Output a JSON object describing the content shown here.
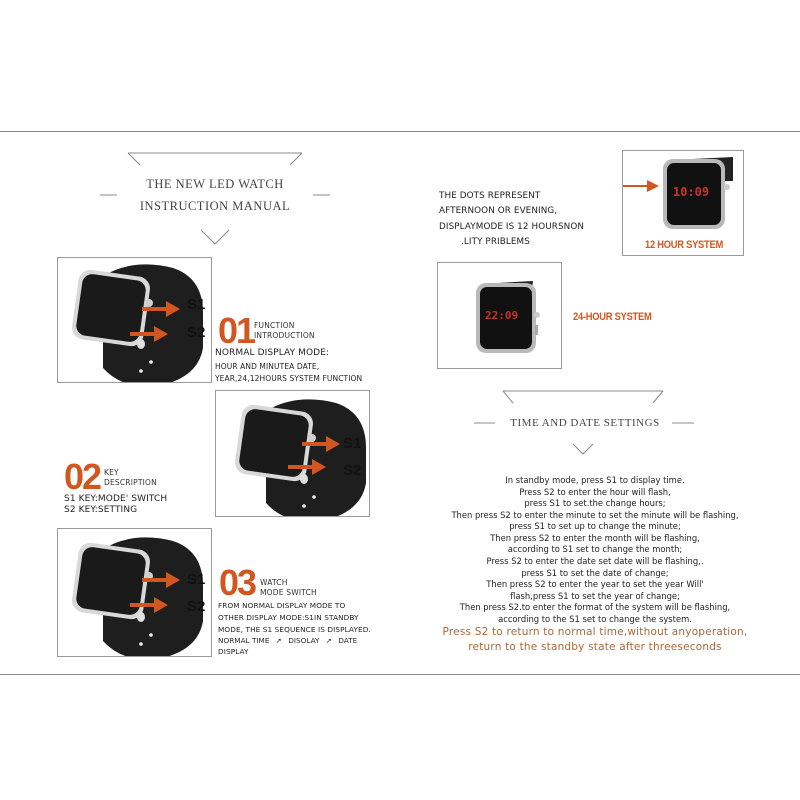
{
  "page": {
    "title_block": {
      "line1": "THE NEW LED WATCH",
      "line2": "INSTRUCTION MANUAL"
    },
    "sections": [
      {
        "number": "01",
        "label_line1": "FUNCTION",
        "label_line2": "INTRODUCTION",
        "heading": "NORMAL DISPLAY MODE:",
        "lines": [
          "HOUR AND MINUTEA DATE,",
          "YEAR,24,12HOURS SYSTEM FUNCTION"
        ],
        "keys": [
          "S1",
          "S2"
        ]
      },
      {
        "number": "02",
        "label_line1": "KEY",
        "label_line2": "DESCRIPTION",
        "lines": [
          "S1 KEY:MODE' SWITCH",
          "S2 KEY:SETTING"
        ],
        "keys": [
          "S1",
          "S2"
        ]
      },
      {
        "number": "03",
        "label_line1": "WATCH",
        "label_line2": "MODE SWITCH",
        "lines": [
          "FROM NORMAL DISPLAY MODE TO",
          "OTHER DISPLAY MODE:S1IN STANDBY",
          "MODE, THE S1 SEQUENCE IS DISPLAYED."
        ],
        "sequence": [
          "NORMAL TIME",
          "DISOLAY",
          "DATE"
        ],
        "sequence_tail": "DISPLAY",
        "keys": [
          "S1",
          "S2"
        ]
      }
    ],
    "dots_note": {
      "lines": [
        "THE DOTS REPRESENT",
        "AFTERNOON OR EVENING,",
        "DISPLAYMODE IS 12  HOURSNON",
        ".LITY PRIBLEMS"
      ]
    },
    "twelve_hour": {
      "display": "10:09",
      "label": "12 HOUR SYSTEM"
    },
    "twentyfour_hour": {
      "display": "22:09",
      "label": "24-HOUR SYSTEM"
    },
    "time_date": {
      "title": "TIME AND DATE SETTINGS",
      "lines": [
        "In standby mode, press S1 to display time.",
        "Press S2 to enter the hour will flash,",
        "press S1 to set.the change hours;",
        "Then press S2 to enter the minute to set the minute will be flashing,",
        "press S1 to set up to change the minute;",
        "Then press S2 to enter the month will be flashing,",
        "according to S1 set to change the month;",
        "Press S2 to enter the date set date will be flashing,.",
        "press S1 to set the date of change;",
        "Then press S2 to enter the year to set the year Will'",
        "flash,press S1 to set the year of change;",
        "Then press S2.to enter the format of the system will be flashing,",
        "according to the S1 set to change the system."
      ],
      "highlight_lines": [
        "Press S2 to return to normal time,without anyoperation,",
        "return to the standby state after threeseconds"
      ]
    },
    "colors": {
      "accent_orange": "#d2561f",
      "highlight_brown": "#a8683a",
      "rule_gray": "#8a8a8a"
    }
  }
}
